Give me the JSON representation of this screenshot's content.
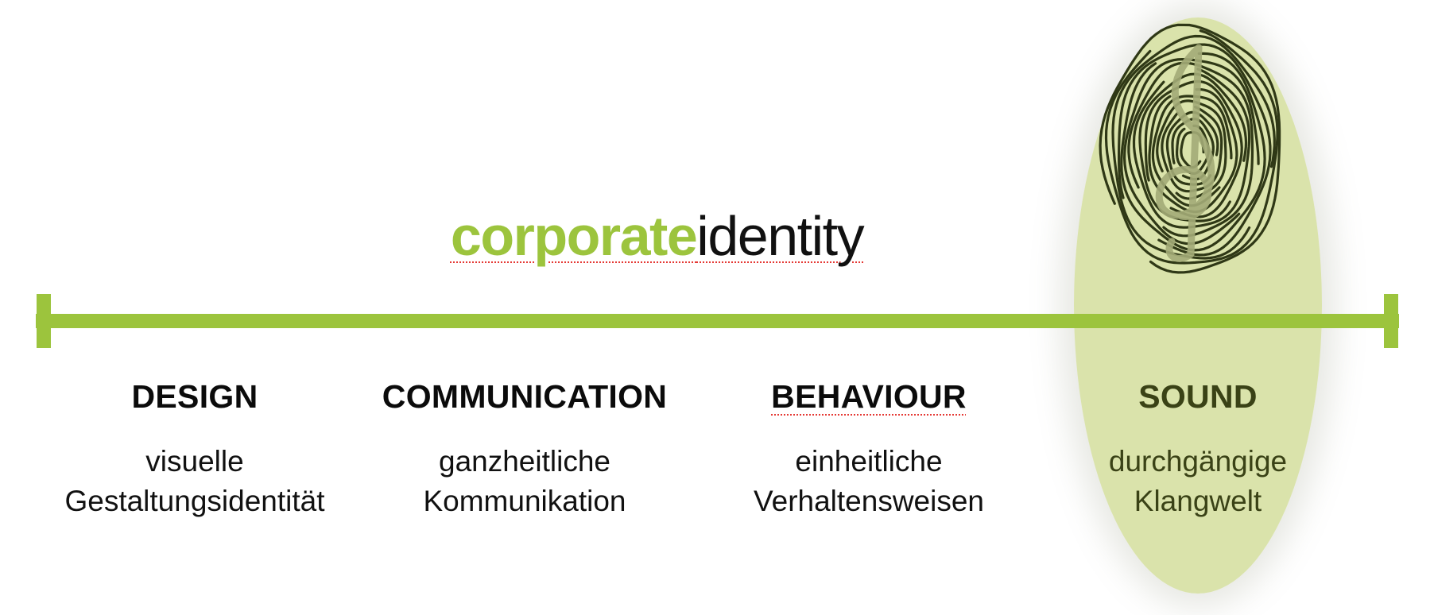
{
  "title": {
    "strong": "corporate",
    "light": "identity"
  },
  "columns": [
    {
      "key": "design",
      "heading": "DESIGN",
      "lines": [
        "visuelle",
        "Gestaltungsidentität"
      ]
    },
    {
      "key": "communication",
      "heading": "COMMUNICATION",
      "lines": [
        "ganzheitliche",
        "Kommunikation"
      ]
    },
    {
      "key": "behaviour",
      "heading": "BEHAVIOUR",
      "lines": [
        "einheitliche",
        "Verhaltensweisen"
      ]
    },
    {
      "key": "sound",
      "heading": "SOUND",
      "lines": [
        "durchgängige",
        "Klangwelt"
      ]
    }
  ],
  "colors": {
    "accent_green": "#9cc43d",
    "highlight": "#c3d278",
    "sound_text": "#3a4216",
    "fingerprint": "#2f3816",
    "spellcheck_underline": "#e53935"
  },
  "icons": {
    "fingerprint": "fingerprint-icon",
    "treble_clef": "treble-clef-icon"
  }
}
